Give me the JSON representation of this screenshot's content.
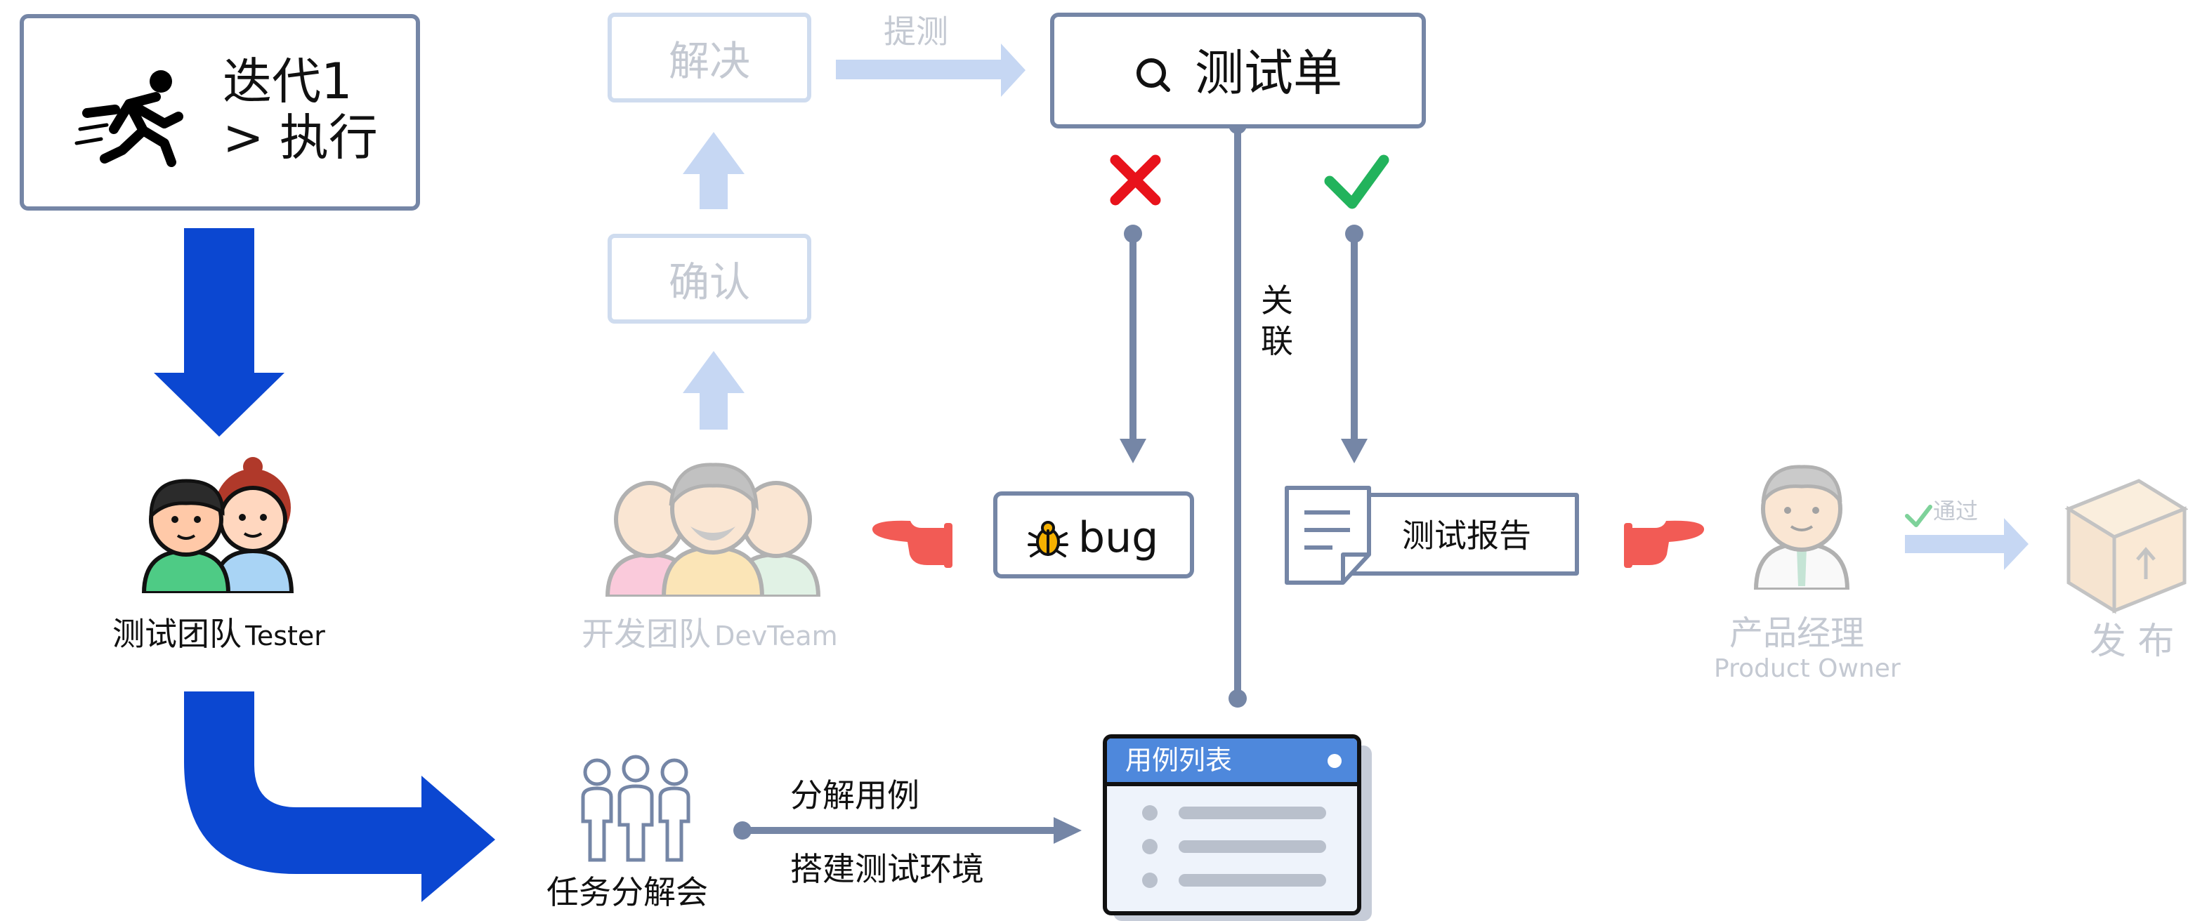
{
  "iteration": {
    "line1": "迭代1",
    "line2": "> 执行"
  },
  "tester_team": {
    "zh": "测试团队",
    "en": "Tester"
  },
  "dev_team": {
    "zh": "开发团队",
    "en": "DevTeam"
  },
  "steps": {
    "resolve": "解决",
    "confirm": "确认",
    "submit": "提测"
  },
  "test_sheet": "测试单",
  "bug_label": "bug",
  "relate_label": "关联",
  "test_report": "测试报告",
  "product_manager": {
    "zh": "产品经理",
    "en": "Product Owner"
  },
  "pass_label": "通过",
  "release_label": "发 布",
  "task_meeting": "任务分解会",
  "decompose": {
    "line1": "分解用例",
    "line2": "搭建测试环境"
  },
  "case_list": {
    "title": "用例列表",
    "rows": 3
  },
  "colors": {
    "primary_blue": "#0b47d1",
    "slate": "#7586a6",
    "light_blue": "#c6d7f3",
    "fail_red": "#e8121b",
    "pass_green": "#22b35c",
    "hand_red": "#f25b55",
    "faded_text": "#c4c9d2"
  },
  "icons": [
    "runner-icon",
    "tester-team-icon",
    "dev-team-icon",
    "search-icon",
    "cross-icon",
    "check-icon",
    "bug-icon",
    "document-icon",
    "pointing-hand-icon",
    "product-manager-icon",
    "package-box-icon",
    "meeting-people-icon",
    "list-window-icon"
  ]
}
